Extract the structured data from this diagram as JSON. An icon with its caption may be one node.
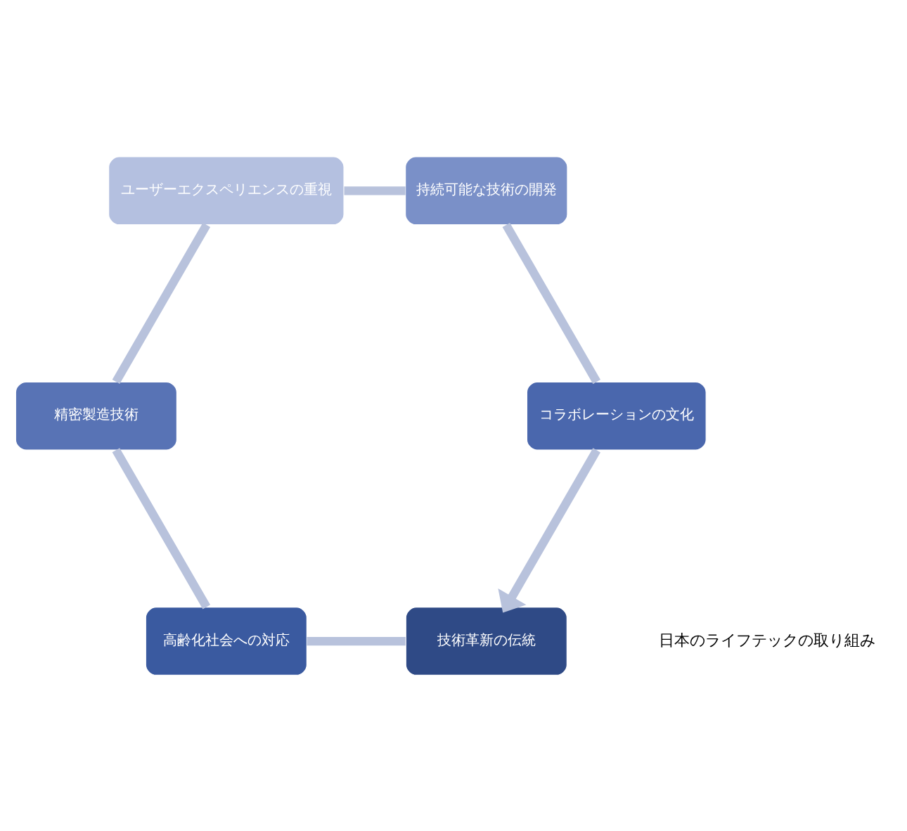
{
  "diagram": {
    "nodes": [
      {
        "text": [
          "技術革新の伝統"
        ]
      },
      {
        "text": [
          "高齢化社会への対応"
        ]
      },
      {
        "text": [
          "精密製造技術"
        ]
      },
      {
        "text": [
          "ユーザーエクスペリエンスの重視"
        ]
      },
      {
        "text": [
          "持続可能な技術の開発"
        ]
      },
      {
        "text": [
          "コラボレーションの文化"
        ]
      }
    ],
    "edges": [
      {
        "from": 0,
        "to": 1,
        "arrow": "none"
      },
      {
        "from": 1,
        "to": 2,
        "arrow": "none"
      },
      {
        "from": 2,
        "to": 3,
        "arrow": "none"
      },
      {
        "from": 3,
        "to": 4,
        "arrow": "none"
      },
      {
        "from": 4,
        "to": 5,
        "arrow": "none"
      },
      {
        "from": 5,
        "to": 0,
        "arrow": "to"
      }
    ],
    "labels": [
      "日本のライフテックの取り組み"
    ]
  }
}
